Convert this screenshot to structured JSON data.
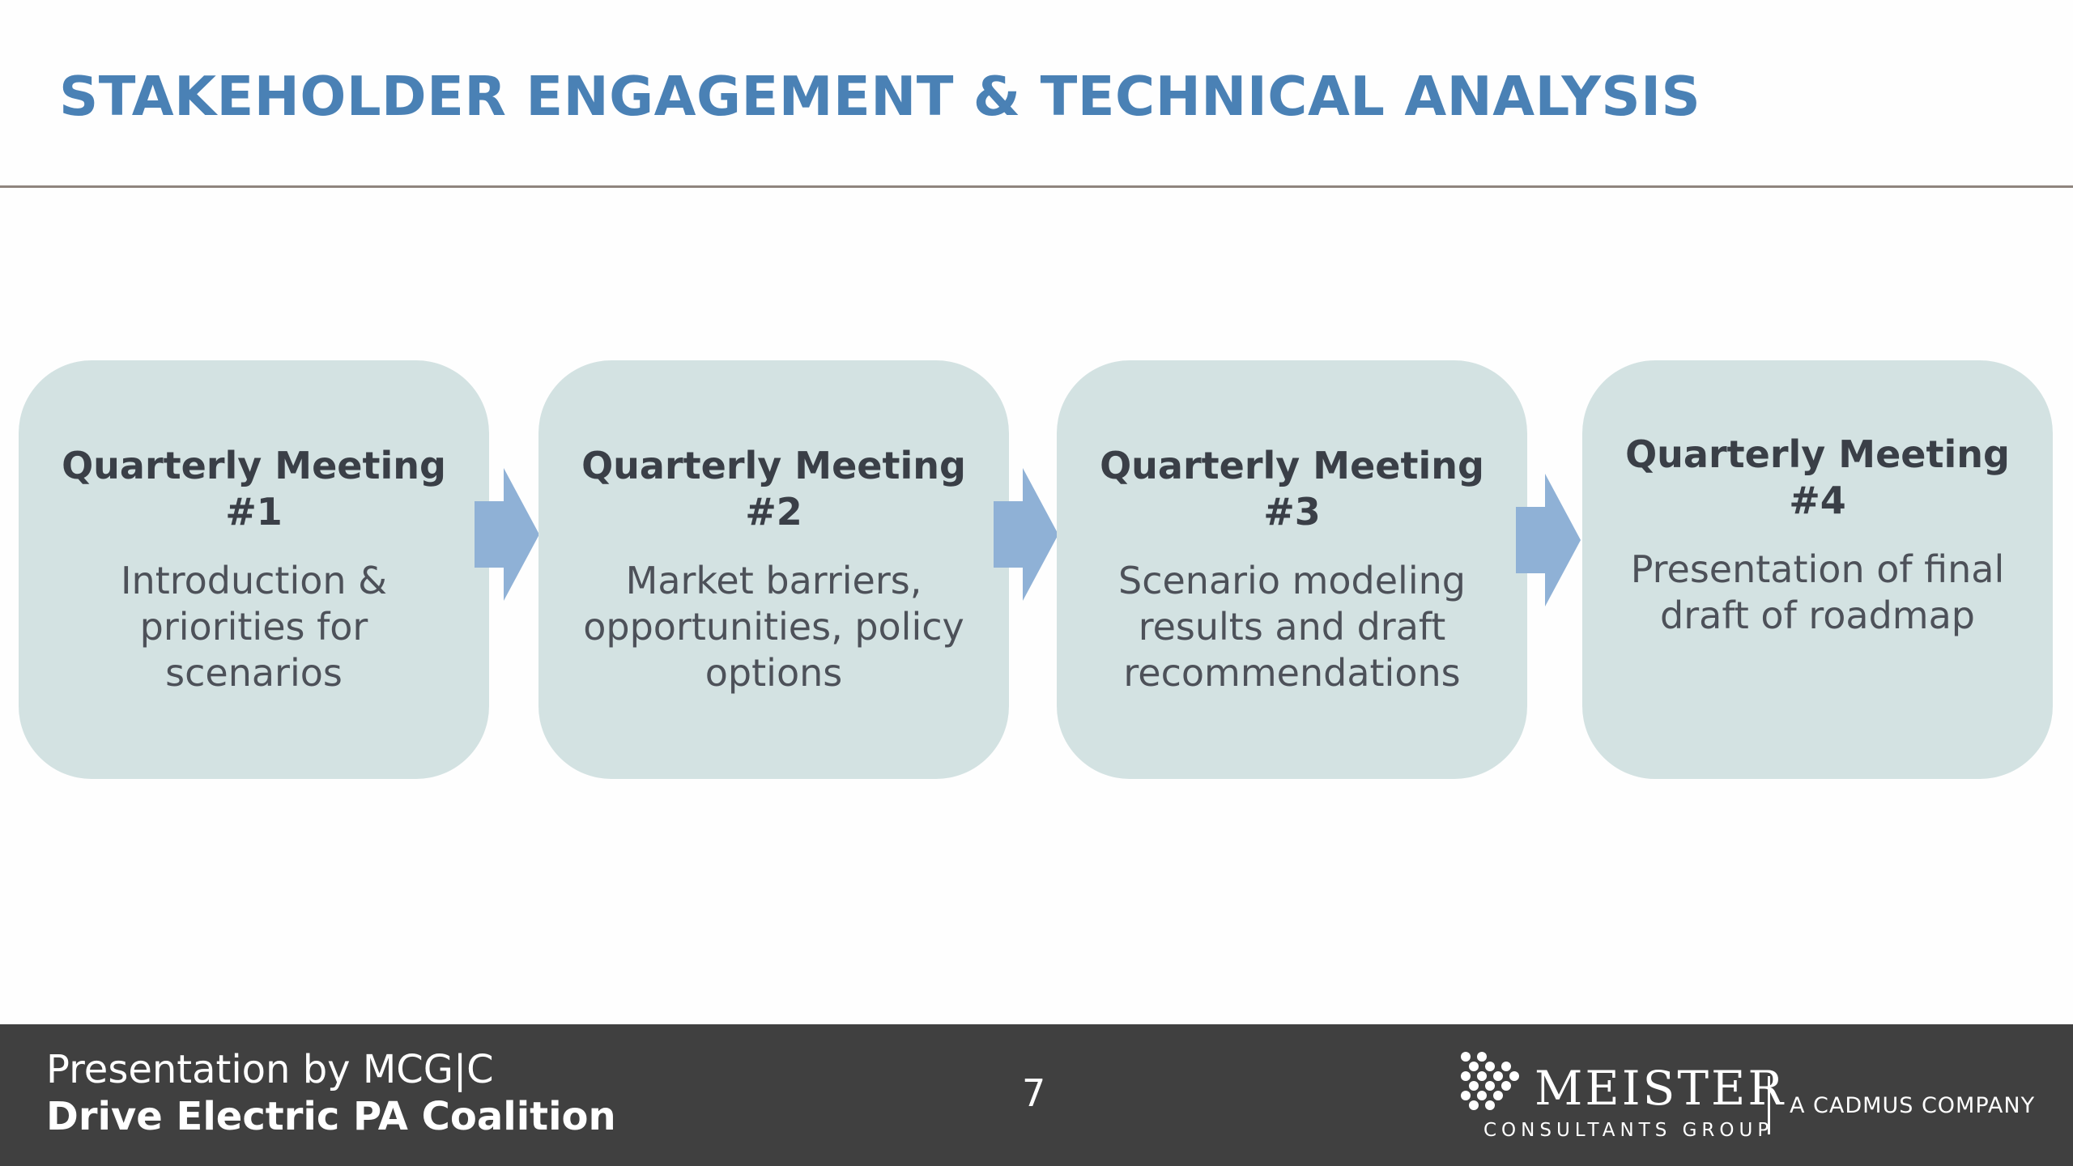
{
  "slide": {
    "title": "STAKEHOLDER ENGAGEMENT & TECHNICAL ANALYSIS",
    "meetings": [
      {
        "heading_line1": "Quarterly Meeting",
        "heading_line2": "#1",
        "body_line1": "Introduction &",
        "body_line2": "priorities for",
        "body_line3": "scenarios"
      },
      {
        "heading_line1": "Quarterly Meeting",
        "heading_line2": "#2",
        "body_line1": "Market barriers,",
        "body_line2": "opportunities, policy",
        "body_line3": "options"
      },
      {
        "heading_line1": "Quarterly Meeting",
        "heading_line2": "#3",
        "body_line1": "Scenario modeling",
        "body_line2": "results and draft",
        "body_line3": "recommendations"
      },
      {
        "heading_line1": "Quarterly Meeting",
        "heading_line2": "#4",
        "body_line1": "Presentation of final",
        "body_line2": "draft of roadmap",
        "body_line3": ""
      }
    ]
  },
  "footer": {
    "presenter": "Presentation by MCG|C",
    "client": "Drive Electric PA Coalition",
    "page_number": "7",
    "logo": {
      "icon": "dot-grid-logo-icon",
      "name": "MEISTER",
      "subtitle": "CONSULTANTS GROUP",
      "tagline": "A CADMUS COMPANY"
    }
  },
  "colors": {
    "title": "#4a81b5",
    "box_fill": "#d3e2e2",
    "arrow_fill": "#8fb1d6",
    "footer_bg": "#404040",
    "rule": "#8f857e"
  }
}
